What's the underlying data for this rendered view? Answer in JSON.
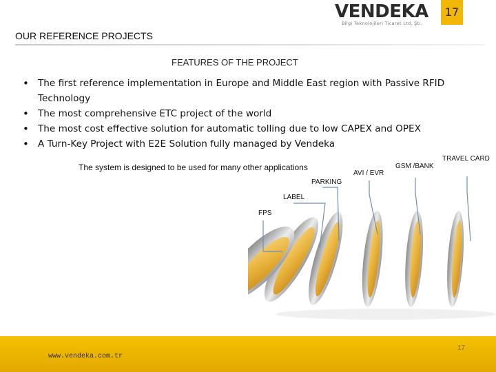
{
  "header": {
    "logo_text": "VENDEKA",
    "logo_subtext": "Bilgi Teknolojileri Ticaret Ltd. Şti.",
    "page_number": "17"
  },
  "slide": {
    "section_title": "OUR REFERENCE PROJECTS",
    "subtitle": "FEATURES OF THE PROJECT",
    "bullets": [
      "The first reference implementation in Europe and Middle East region with Passive RFID Technology",
      "The most comprehensive ETC project of the world",
      "The most cost effective solution for automatic tolling due to low CAPEX and OPEX",
      "A Turn-Key Project with E2E Solution fully managed by Vendeka"
    ],
    "applications_note": "The system is designed to be used for many other applications",
    "coin_labels": {
      "parking": "PARKING",
      "avi_evr": "AVI / EVR",
      "gsm_bank": "GSM /BANK",
      "travel_card": "TRAVEL CARD",
      "label": "LABEL",
      "fps": "FPS"
    }
  },
  "footer": {
    "url": "www.vendeka.com.tr",
    "page_number": "17"
  },
  "colors": {
    "accent_yellow": "#f2b705",
    "coin_gold": "#e8b23a",
    "coin_silver": "#c9c9c9",
    "callout_line": "#6f8fb0"
  }
}
